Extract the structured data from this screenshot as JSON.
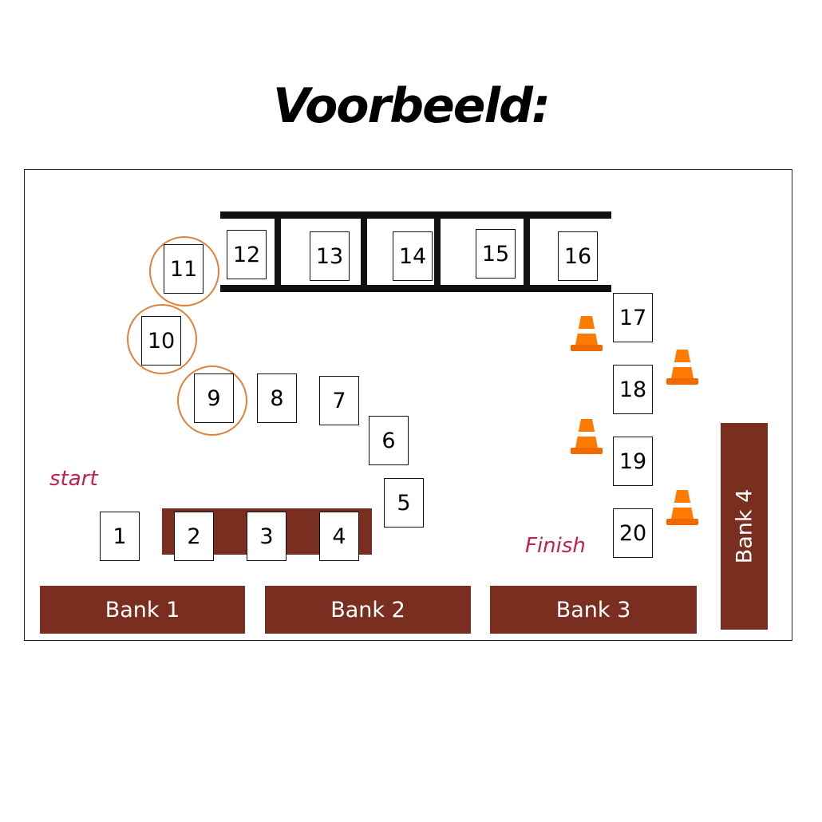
{
  "title": "Voorbeeld:",
  "labels": {
    "start": "start",
    "finish": "Finish"
  },
  "banks": [
    "Bank 1",
    "Bank 2",
    "Bank 3",
    "Bank 4"
  ],
  "stations": [
    "1",
    "2",
    "3",
    "4",
    "5",
    "6",
    "7",
    "8",
    "9",
    "10",
    "11",
    "12",
    "13",
    "14",
    "15",
    "16",
    "17",
    "18",
    "19",
    "20"
  ],
  "icons": {
    "hoop": "hoop-icon",
    "cone": "traffic-cone-icon",
    "ladder": "ladder-icon"
  },
  "colors": {
    "bank": "#7a2e20",
    "hoop": "#e0803a",
    "label": "#c0234a",
    "cone": "#ff7a00"
  }
}
